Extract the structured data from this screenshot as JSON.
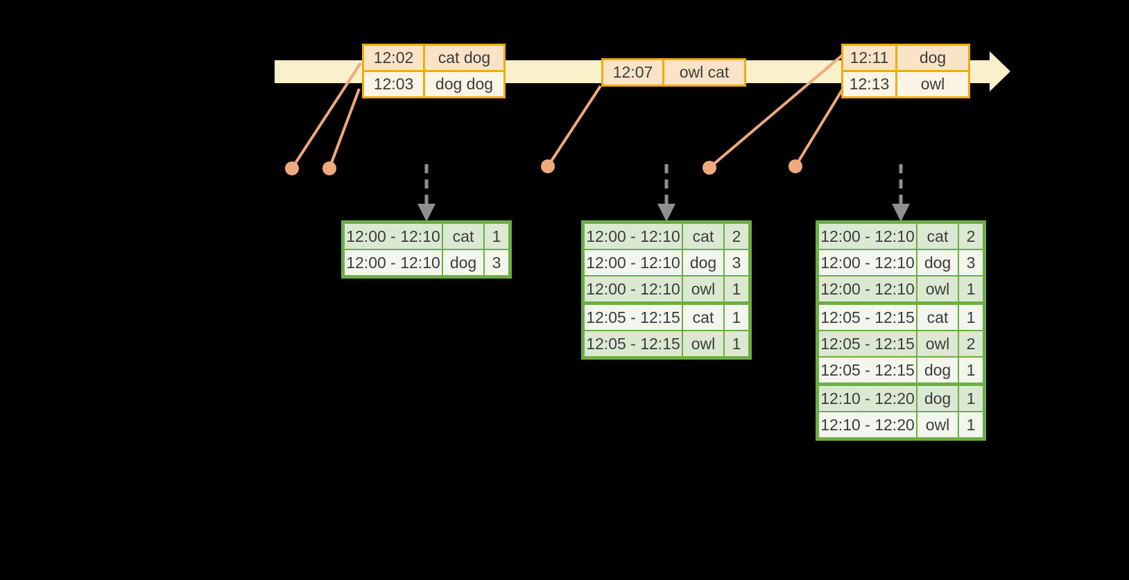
{
  "colors": {
    "background": "#000000",
    "timeline": "#FAF0CA",
    "event-border": "#F0AD00",
    "event-fill-a": "#FAE3C6",
    "event-fill-b": "#FCF4E4",
    "connector": "#F0A97C",
    "trigger": "#8F8F8F",
    "result-border": "#6CAD45",
    "result-fill-a": "#DCE9D2",
    "result-fill-b": "#F2F6ED",
    "text": "#3C3C3C"
  },
  "event_tables": [
    {
      "rows": [
        {
          "time": "12:02",
          "words": "cat dog"
        },
        {
          "time": "12:03",
          "words": "dog dog"
        }
      ]
    },
    {
      "rows": [
        {
          "time": "12:07",
          "words": "owl cat"
        }
      ]
    },
    {
      "rows": [
        {
          "time": "12:11",
          "words": "dog"
        },
        {
          "time": "12:13",
          "words": "owl"
        }
      ]
    }
  ],
  "result_tables": [
    {
      "groups": [
        [
          {
            "window": "12:00 - 12:10",
            "word": "cat",
            "count": "1"
          },
          {
            "window": "12:00 - 12:10",
            "word": "dog",
            "count": "3"
          }
        ]
      ]
    },
    {
      "groups": [
        [
          {
            "window": "12:00 - 12:10",
            "word": "cat",
            "count": "2"
          },
          {
            "window": "12:00 - 12:10",
            "word": "dog",
            "count": "3"
          },
          {
            "window": "12:00 - 12:10",
            "word": "owl",
            "count": "1"
          }
        ],
        [
          {
            "window": "12:05 - 12:15",
            "word": "cat",
            "count": "1"
          },
          {
            "window": "12:05 - 12:15",
            "word": "owl",
            "count": "1"
          }
        ]
      ]
    },
    {
      "groups": [
        [
          {
            "window": "12:00 - 12:10",
            "word": "cat",
            "count": "2"
          },
          {
            "window": "12:00 - 12:10",
            "word": "dog",
            "count": "3"
          },
          {
            "window": "12:00 - 12:10",
            "word": "owl",
            "count": "1"
          }
        ],
        [
          {
            "window": "12:05 - 12:15",
            "word": "cat",
            "count": "1"
          },
          {
            "window": "12:05 - 12:15",
            "word": "owl",
            "count": "2"
          },
          {
            "window": "12:05 - 12:15",
            "word": "dog",
            "count": "1"
          }
        ],
        [
          {
            "window": "12:10 - 12:20",
            "word": "dog",
            "count": "1"
          },
          {
            "window": "12:10 - 12:20",
            "word": "owl",
            "count": "1"
          }
        ]
      ]
    }
  ]
}
